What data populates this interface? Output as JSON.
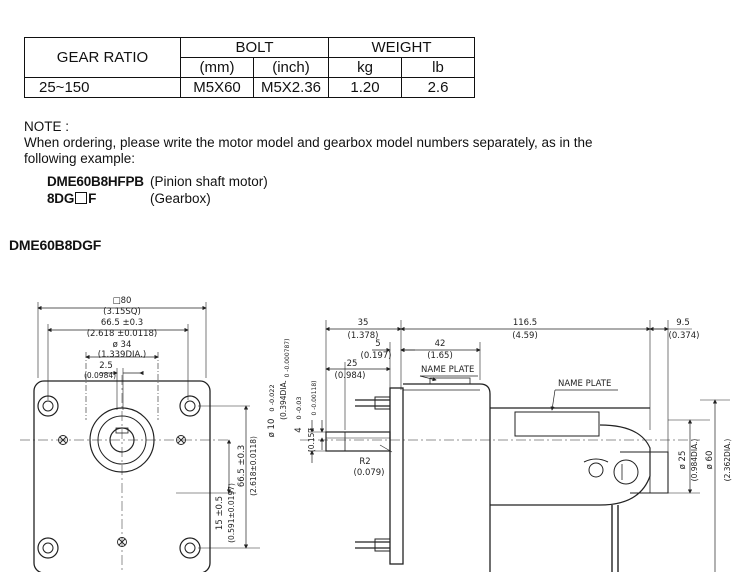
{
  "table": {
    "header": {
      "gear_ratio": "GEAR RATIO",
      "bolt": "BOLT",
      "weight": "WEIGHT"
    },
    "subheader": {
      "mm": "(mm)",
      "inch": "(inch)",
      "kg": "kg",
      "lb": "lb"
    },
    "row": {
      "ratio": "25~150",
      "mm": "M5X60",
      "inch": "M5X2.36",
      "kg": "1.20",
      "lb": "2.6"
    }
  },
  "note": {
    "title": "NOTE :",
    "line1": "When ordering, please write the motor model and gearbox model numbers separately, as in the",
    "line2": "following example:"
  },
  "example": {
    "motor_model": "DME60B8HFPB",
    "motor_desc": "(Pinion shaft motor)",
    "gear_prefix": "8DG",
    "gear_suffix": "F",
    "gear_desc": "(Gearbox)"
  },
  "diagram": {
    "title": "DME60B8DGF",
    "front": {
      "d80": "□80",
      "d80_in": "(3.15SQ)",
      "d665": "66.5 ±0.3",
      "d665_in": "(2.618 ±0.0118)",
      "d34": "ø 34",
      "d34_in": "(1.339DIA.)",
      "d25": "2.5",
      "d25_in": "(0.0984)",
      "v15": "15 ±0.5",
      "v15_in": "(0.591±0.0197)",
      "v665": "66.5 ±0.3",
      "v665_in": "(2.618±0.0118)"
    },
    "side": {
      "d35": "35",
      "d35_in": "(1.378)",
      "d5": "5",
      "d5_in": "(0.197)",
      "d25": "25",
      "d25_in": "(0.984)",
      "d42": "42",
      "d42_in": "(1.65)",
      "d1165": "116.5",
      "d1165_in": "(4.59)",
      "d95": "9.5",
      "d95_in": "(0.374)",
      "shaft_dia": "ø 10",
      "shaft_dia_tol": "0 -0.022",
      "shaft_dia_in": "(0.394DIA.",
      "shaft_dia_in_tol": "0 -0.000787)",
      "key": "4",
      "key_tol": "0 -0.03",
      "key_in": "(0.157",
      "key_in_tol": "0 -0.00118)",
      "r2": "R2",
      "r2_in": "(0.079)",
      "name_plate_1": "NAME PLATE",
      "name_plate_2": "NAME PLATE",
      "d25v": "ø 25",
      "d25v_in": "(0.984DIA.)",
      "d60v": "ø 60",
      "d60v_in": "(2.362DIA.)"
    }
  }
}
